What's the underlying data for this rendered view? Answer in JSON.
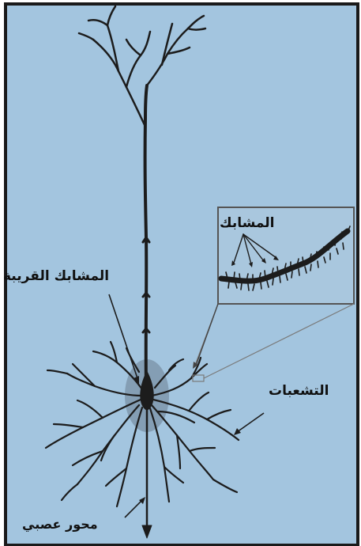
{
  "colors": {
    "background": "#a3c5df",
    "frame": "#1a1a1a",
    "neuron": "#1c1c1c",
    "soma_halo": "#7f97ad",
    "inset_background": "#a9c7de",
    "inset_border": "#555555"
  },
  "labels": {
    "synapses": "المشابك",
    "proximal_synapses": "المشابك القريبة",
    "dendrites": "التشعبات",
    "axon": "محور عصبي"
  }
}
